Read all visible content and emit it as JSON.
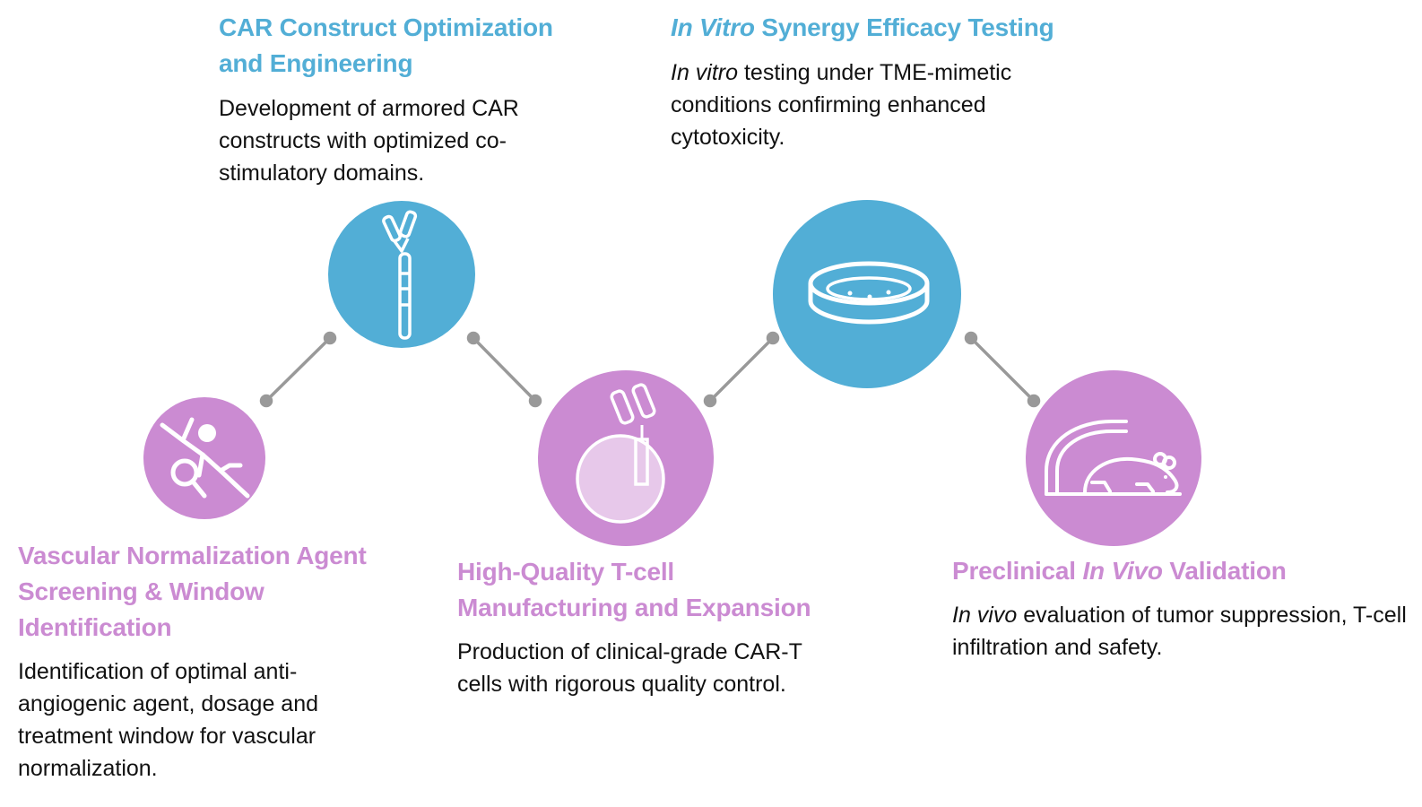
{
  "colors": {
    "blue": "#52aed6",
    "purple": "#cb8bd2",
    "connector": "#999999"
  },
  "steps": [
    {
      "id": "vascular",
      "icon": "blood-vessel-magnifier-icon",
      "title": "Vascular Normalization Agent Screening & Window Identification",
      "description": "Identification of optimal anti-angiogenic agent, dosage and treatment window for vascular normalization."
    },
    {
      "id": "car-construct",
      "icon": "car-construct-icon",
      "title": "CAR Construct Optimization and Engineering",
      "description": "Development of armored CAR constructs with optimized co-stimulatory domains."
    },
    {
      "id": "manufacturing",
      "icon": "t-cell-icon",
      "title": "High-Quality T-cell Manufacturing and Expansion",
      "description": "Production of clinical-grade CAR-T cells with rigorous quality control."
    },
    {
      "id": "in-vitro",
      "icon": "petri-dish-icon",
      "title_italic": "In Vitro",
      "title_rest": " Synergy Efficacy Testing",
      "desc_italic": "In vitro",
      "desc_rest": " testing under TME-mimetic conditions confirming enhanced cytotoxicity."
    },
    {
      "id": "in-vivo",
      "icon": "mouse-icon",
      "title_pre": "Preclinical ",
      "title_italic": "In Vivo",
      "title_post": " Validation",
      "desc_italic": "In vivo",
      "desc_rest": " evaluation of tumor suppression, T-cell infiltration and safety."
    }
  ]
}
